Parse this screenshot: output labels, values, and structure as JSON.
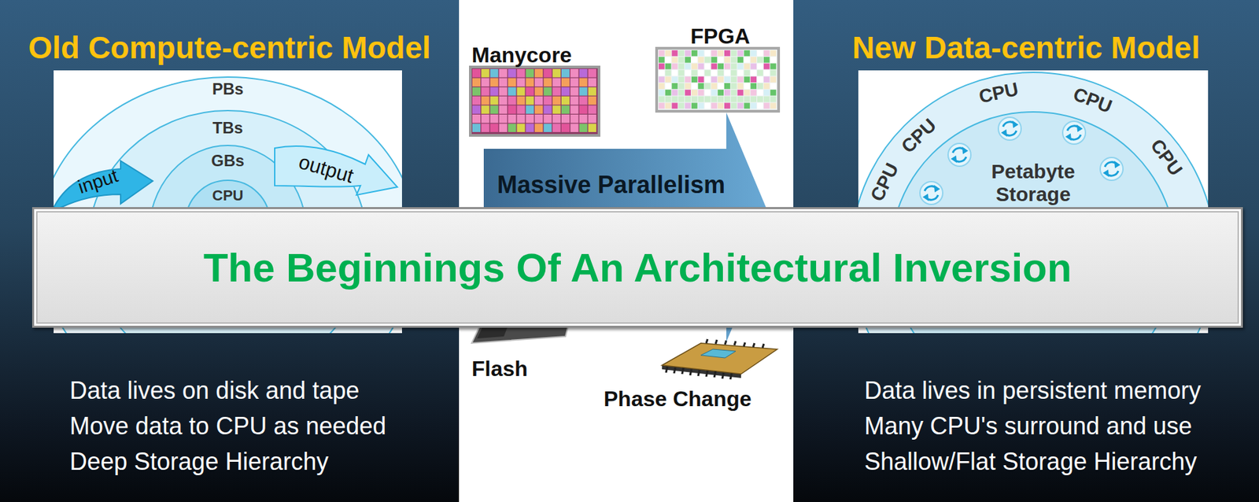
{
  "diagram": {
    "nodes": [
      {
        "text": [
          "Old Compute-centric Model",
          "Data lives on disk and tape",
          "Move data to CPU as needed",
          "Deep Storage Hierarchy"
        ]
      },
      {
        "text": [
          "PBs"
        ],
        "in": 0
      },
      {
        "text": [
          "TBs"
        ],
        "in": 1
      },
      {
        "text": [
          "GBs"
        ],
        "in": 2
      },
      {
        "text": [
          "CPU"
        ],
        "in": 3
      },
      {
        "text": [
          "input"
        ],
        "in": 1
      },
      {
        "text": [
          "output"
        ],
        "in": 1
      },
      {
        "text": [
          "Massive Parallelism"
        ]
      },
      {
        "text": [
          "New Data-centric Model",
          "Data lives in persistent memory",
          "Many CPU's surround and use",
          "Shallow/Flat Storage Hierarchy"
        ]
      },
      {
        "text": [
          "CPU",
          "CPU",
          "CPU",
          "CPU",
          "CPU"
        ],
        "in": 8
      },
      {
        "text": [
          "Petabyte Storage"
        ],
        "in": 9
      },
      {
        "text": [
          "The Beginnings Of An Architectural Inversion"
        ]
      }
    ],
    "labels": [
      "Manycore",
      "FPGA",
      "Flash",
      "Phase Change"
    ]
  }
}
